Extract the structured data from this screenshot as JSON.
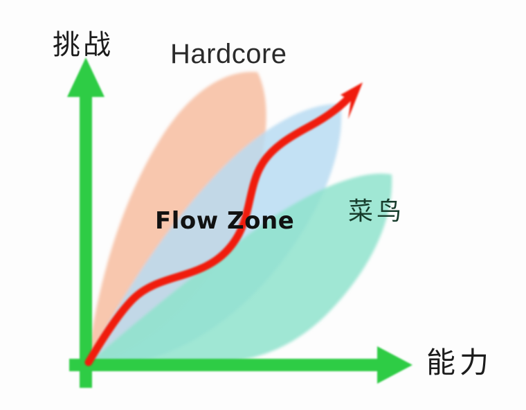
{
  "diagram": {
    "title_text": "Flow Zone",
    "background_color": "#fdfdfd",
    "axes": {
      "color": "#2ecc45",
      "y_axis_label": "挑战",
      "x_axis_label": "能力",
      "y_axis_name": "challenge-axis",
      "x_axis_name": "ability-axis"
    },
    "zones": [
      {
        "id": "hardcore",
        "label": "Hardcore",
        "color": "#f7bfa3",
        "opacity": 0.88,
        "description": "steep upper-left petal"
      },
      {
        "id": "flow",
        "label": "Flow Zone",
        "color": "#b9dcf2",
        "opacity": 0.85,
        "description": "middle petal"
      },
      {
        "id": "newbie",
        "label": "菜鸟",
        "color": "#8fe3cd",
        "opacity": 0.85,
        "description": "lower-right petal"
      }
    ],
    "curve": {
      "name": "progress-curve",
      "color": "#f01e08",
      "stroke_width": 11,
      "has_arrowhead": true,
      "description": "red S-shaped progression arrow from origin to upper right"
    },
    "labels": {
      "hardcore": "Hardcore",
      "flow_zone": "Flow Zone",
      "newbie": "菜鸟",
      "challenge": "挑战",
      "ability": "能力"
    }
  },
  "chart_data": {
    "type": "scatter",
    "title": "Flow Zone",
    "xlabel": "能力",
    "ylabel": "挑战",
    "grid": false,
    "legend": null,
    "annotations": [
      "Hardcore",
      "Flow Zone",
      "菜鸟"
    ],
    "series": [
      {
        "name": "progress-curve",
        "color": "#f01e08",
        "x": [
          0,
          10,
          18,
          30,
          45,
          55,
          62,
          72,
          85,
          100
        ],
        "y": [
          0,
          18,
          28,
          32,
          38,
          56,
          68,
          74,
          80,
          90
        ]
      }
    ],
    "regions": [
      {
        "name": "Hardcore",
        "color": "#f7bfa3"
      },
      {
        "name": "Flow Zone",
        "color": "#b9dcf2"
      },
      {
        "name": "菜鸟",
        "color": "#8fe3cd"
      }
    ]
  }
}
